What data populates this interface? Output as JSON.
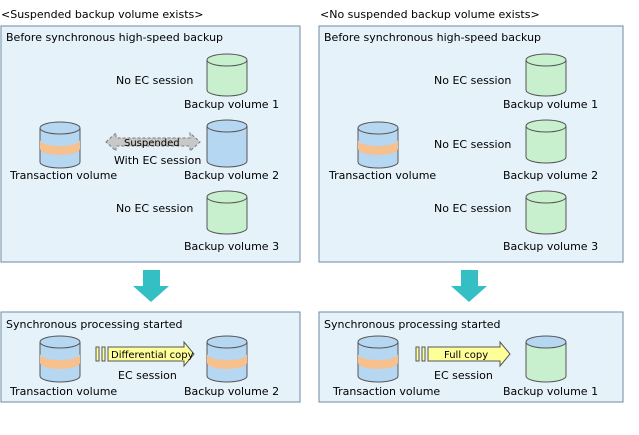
{
  "left": {
    "heading": "<Suspended backup volume exists>",
    "top_panel": {
      "title": "Before synchronous high-speed backup",
      "source_label": "Transaction volume",
      "rows": [
        {
          "status": "No EC session",
          "volume": "Backup volume 1"
        },
        {
          "status_bubble": "Suspended",
          "status": "With EC session",
          "volume": "Backup volume 2"
        },
        {
          "status": "No EC session",
          "volume": "Backup volume 3"
        }
      ]
    },
    "bottom_panel": {
      "title": "Synchronous processing started",
      "source_label": "Transaction volume",
      "copy_label": "Differential copy",
      "session_label": "EC session",
      "target_label": "Backup volume 2"
    }
  },
  "right": {
    "heading": "<No suspended backup volume exists>",
    "top_panel": {
      "title": "Before synchronous high-speed backup",
      "source_label": "Transaction volume",
      "rows": [
        {
          "status": "No EC session",
          "volume": "Backup volume 1"
        },
        {
          "status": "No EC session",
          "volume": "Backup volume 2"
        },
        {
          "status": "No EC session",
          "volume": "Backup volume 3"
        }
      ]
    },
    "bottom_panel": {
      "title": "Synchronous processing started",
      "source_label": "Transaction volume",
      "copy_label": "Full copy",
      "session_label": "EC session",
      "target_label": "Backup volume 1"
    }
  },
  "colors": {
    "panel_fill": "#e6f2fa",
    "panel_border": "#6e8aa0",
    "down_arrow": "#33bfc4",
    "blue_cyl": "#b6d7f2",
    "green_cyl": "#c8f0cf",
    "orange_band": "#f6c08f",
    "yellow_arrow": "#ffff99",
    "suspended_gray": "#c8c8c8"
  }
}
